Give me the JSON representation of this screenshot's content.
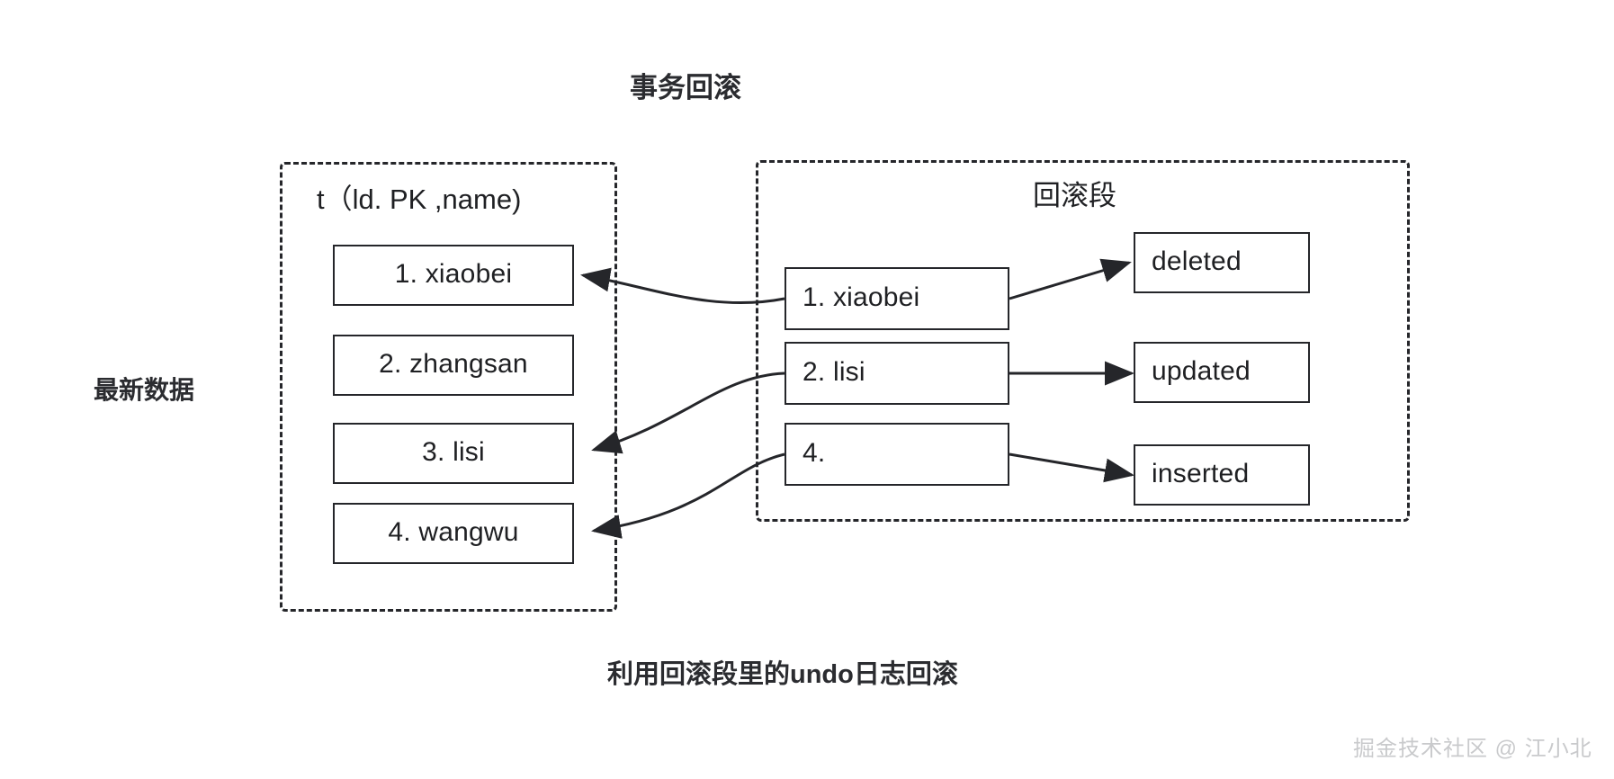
{
  "diagram": {
    "title": "事务回滚",
    "caption": "利用回滚段里的undo日志回滚",
    "side_label": "最新数据",
    "watermark": "掘金技术社区 @ 江小北",
    "left_region": {
      "title": "t（ld. PK ,name)",
      "rows": [
        {
          "label": "1. xiaobei"
        },
        {
          "label": "2. zhangsan"
        },
        {
          "label": "3. lisi"
        },
        {
          "label": "4. wangwu"
        }
      ]
    },
    "right_region": {
      "title": "回滚段",
      "rows": [
        {
          "label": "1. xiaobei"
        },
        {
          "label": "2. lisi"
        },
        {
          "label": "4."
        }
      ],
      "actions": [
        {
          "label": "deleted"
        },
        {
          "label": "updated"
        },
        {
          "label": "inserted"
        }
      ]
    },
    "colors": {
      "stroke": "#25262a",
      "text": "#1f2023",
      "background": "#ffffff",
      "watermark": "#c9cacc"
    }
  }
}
